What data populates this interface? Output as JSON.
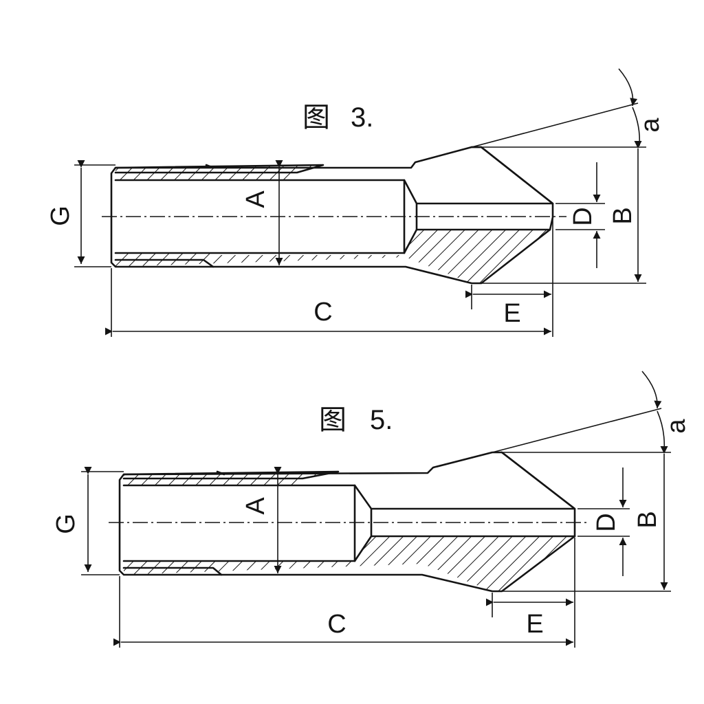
{
  "figures": [
    {
      "caption_char": "图",
      "caption_num": "3.",
      "labels": {
        "A": "A",
        "B": "B",
        "C": "C",
        "D": "D",
        "E": "E",
        "G": "G",
        "a": "a"
      }
    },
    {
      "caption_char": "图",
      "caption_num": "5.",
      "labels": {
        "A": "A",
        "B": "B",
        "C": "C",
        "D": "D",
        "E": "E",
        "G": "G",
        "a": "a"
      }
    }
  ]
}
